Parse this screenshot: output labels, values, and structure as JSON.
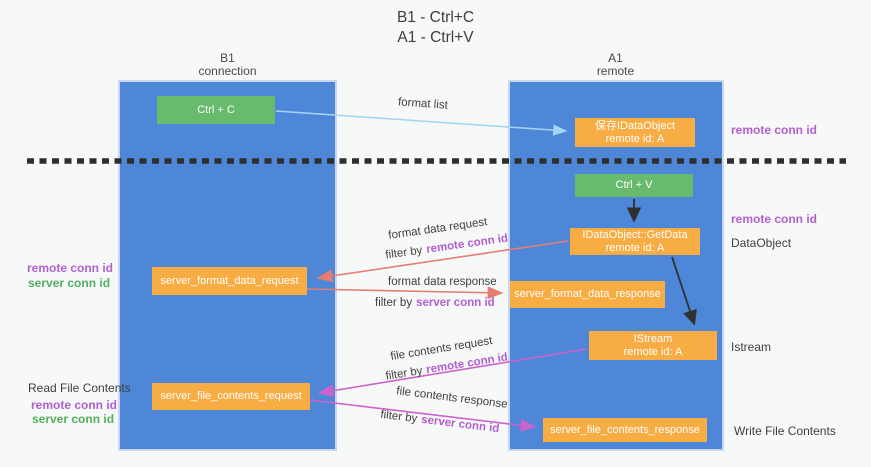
{
  "title": {
    "line1": "B1 - Ctrl+C",
    "line2": "A1 - Ctrl+V"
  },
  "lanes": {
    "left": {
      "header_line1": "B1",
      "header_line2": "connection"
    },
    "right": {
      "header_line1": "A1",
      "header_line2": "remote"
    }
  },
  "boxes": {
    "ctrl_c": "Ctrl + C",
    "ctrl_v": "Ctrl + V",
    "save_idataobject": {
      "line1": "保存IDataObject",
      "line2": "remote id: A"
    },
    "getdata": {
      "line1": "IDataObject::GetData",
      "line2": "remote id: A"
    },
    "istream": {
      "line1": "IStream",
      "line2": "remote id: A"
    },
    "server_format_data_request": "server_format_data_request",
    "server_format_data_response": "server_format_data_response",
    "server_file_contents_request": "server_file_contents_request",
    "server_file_contents_response": "server_file_contents_response"
  },
  "flow_labels": {
    "format_list": "format list",
    "format_data_request": "format data request",
    "format_data_response": "format data response",
    "file_contents_request": "file contents request",
    "file_contents_response": "file contents response",
    "filter_by": "filter by",
    "remote_conn_id": "remote conn id",
    "server_conn_id": "server conn id"
  },
  "annotations": {
    "left_mid": {
      "remote_conn_id": "remote conn id",
      "server_conn_id": "server conn id"
    },
    "left_bottom": {
      "read_file_contents": "Read File Contents",
      "remote_conn_id": "remote conn id",
      "server_conn_id": "server conn id"
    },
    "right": {
      "remote_conn_id_top": "remote conn id",
      "remote_conn_id_mid": "remote conn id",
      "dataobject": "DataObject",
      "istream": "Istream",
      "write_file_contents": "Write File Contents"
    }
  },
  "colors": {
    "lane_blue": "#4e86d8",
    "box_orange": "#f8ac44",
    "box_green": "#68ba6c",
    "arrow_red": "#e57d72",
    "arrow_magenta": "#cc63cc",
    "arrow_light_blue": "#a5d5f2",
    "arrow_black": "#303030",
    "text_purple": "#b15fd1",
    "text_green": "#53b05d",
    "text_dark": "#3f3f3f"
  }
}
